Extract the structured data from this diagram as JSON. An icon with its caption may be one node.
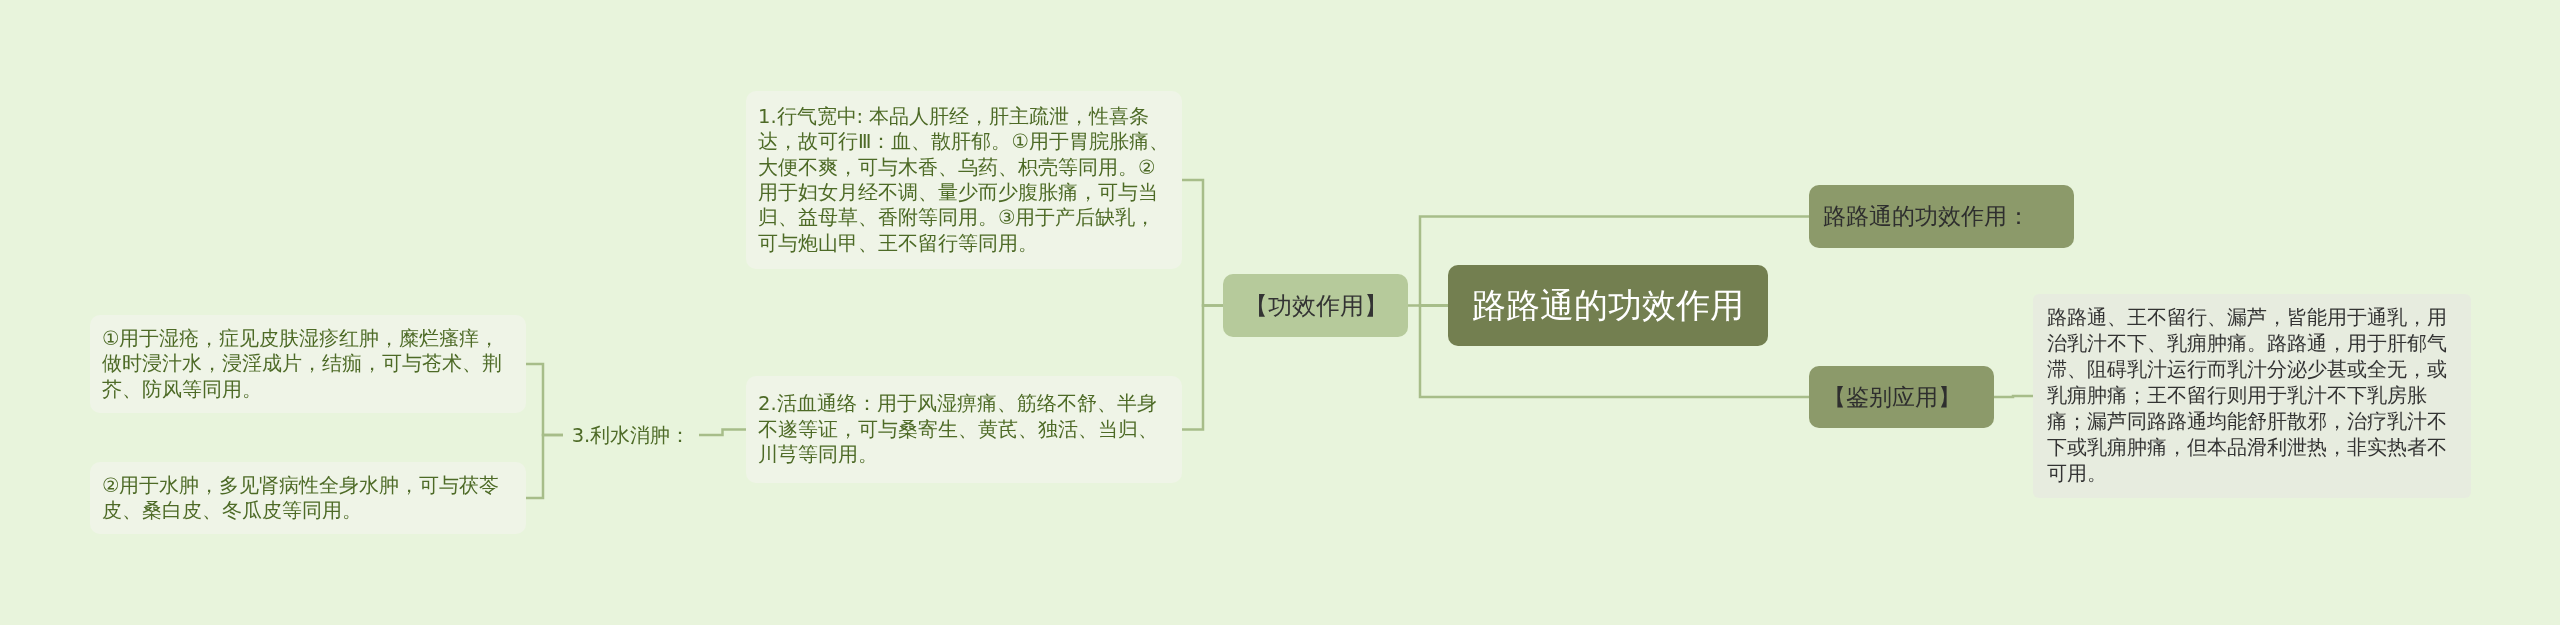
{
  "diagram": {
    "nodes": [
      {
        "text": [
          "路路通的功效作用"
        ]
      },
      {
        "text": [
          "【功效作用】"
        ]
      },
      {
        "text": [
          "1.行气宽中: 本品人肝经，肝主疏泄，性喜条达，故可行Ⅲ：血、散肝郁。①用于胃脘胀痛、大便不爽，可与木香、乌药、枳壳等同用。②用于妇女月经不调、量少而少腹胀痛，可与当归、益母草、香附等同用。③用于产后缺乳，可与炮山甲、王不留行等同用。"
        ]
      },
      {
        "text": [
          "2.活血通络：用于风湿痹痛、筋络不舒、半身不遂等证，可与桑寄生、黄芪、独活、当归、川芎等同用。"
        ]
      },
      {
        "text": [
          "3.利水消肿："
        ]
      },
      {
        "text": [
          "①用于湿疮，症见皮肤湿疹红肿，糜烂瘙痒，做时浸汁水，浸淫成片，结痂，可与苍术、荆芥、防风等同用。"
        ]
      },
      {
        "text": [
          "②用于水肿，多见肾病性全身水肿，可与茯苓皮、桑白皮、冬瓜皮等同用。"
        ]
      },
      {
        "text": [
          "路路通的功效作用："
        ]
      },
      {
        "text": [
          "【鉴别应用】"
        ]
      },
      {
        "text": [
          "路路通、王不留行、漏芦，皆能用于通乳，用治乳汁不下、乳痈肿痛。路路通，用于肝郁气滞、阻碍乳汁运行而乳汁分泌少甚或全无，或乳痈肿痛；王不留行则用于乳汁不下乳房胀痛；漏芦同路路通均能舒肝散邪，治疗乳汁不下或乳痈肿痛，但本品滑利泄热，非实热者不可用。"
        ]
      }
    ],
    "edges": [
      {
        "from": 0,
        "to": 1,
        "arrow": "none"
      },
      {
        "from": 1,
        "to": 2,
        "arrow": "none"
      },
      {
        "from": 1,
        "to": 3,
        "arrow": "none"
      },
      {
        "from": 3,
        "to": 4,
        "arrow": "none"
      },
      {
        "from": 4,
        "to": 5,
        "arrow": "none"
      },
      {
        "from": 4,
        "to": 6,
        "arrow": "none"
      },
      {
        "from": 0,
        "to": 7,
        "arrow": "none"
      },
      {
        "from": 0,
        "to": 8,
        "arrow": "none"
      },
      {
        "from": 8,
        "to": 9,
        "arrow": "none"
      }
    ]
  }
}
